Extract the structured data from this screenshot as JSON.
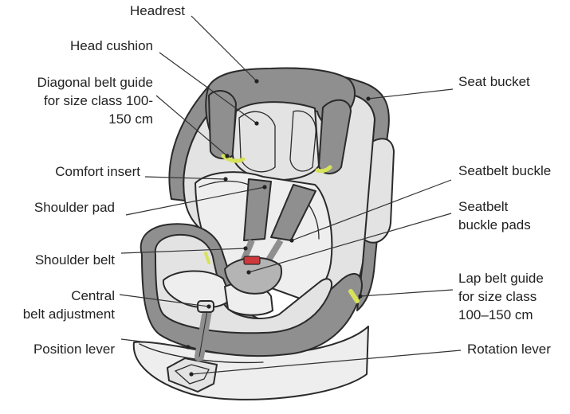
{
  "diagram": {
    "colors": {
      "dark_gray": "#8f8f8f",
      "mid_gray": "#b4b4b4",
      "light_gray": "#e3e3e3",
      "pale_gray": "#eeeeee",
      "accent_green": "#d6e35a",
      "buckle_red": "#d0393b",
      "outline": "#2a2a2a"
    },
    "labels": {
      "headrest": "Headrest",
      "head_cushion": "Head cushion",
      "diagonal_guide_1": "Diagonal belt guide",
      "diagonal_guide_2": "for size class 100-",
      "diagonal_guide_3": "150 cm",
      "comfort_insert": "Comfort insert",
      "shoulder_pad": "Shoulder pad",
      "shoulder_belt": "Shoulder belt",
      "central_adj_1": "Central",
      "central_adj_2": "belt adjustment",
      "position_lever": "Position lever",
      "seat_bucket": "Seat bucket",
      "seatbelt_buckle": "Seatbelt buckle",
      "buckle_pads_1": "Seatbelt",
      "buckle_pads_2": "buckle pads",
      "lap_guide_1": "Lap belt guide",
      "lap_guide_2": "for size class",
      "lap_guide_3": "100–150 cm",
      "rotation_lever": "Rotation lever"
    }
  }
}
